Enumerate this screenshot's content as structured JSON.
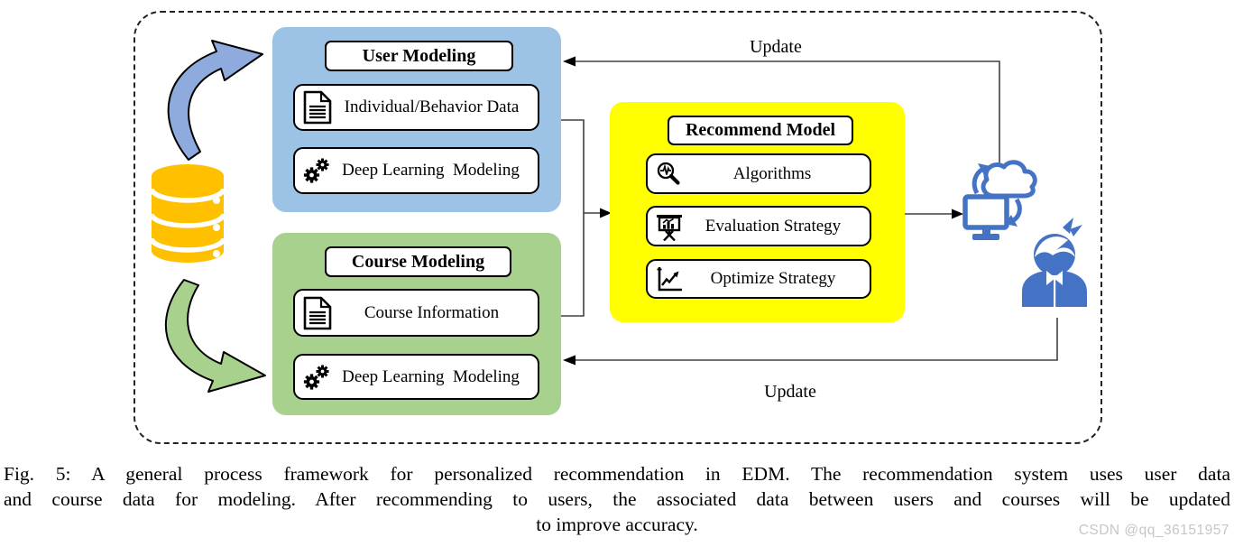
{
  "figure": {
    "caption_line1": "Fig. 5: A general process framework for personalized recommendation in EDM. The recommendation system uses user data",
    "caption_line2": "and course data for modeling. After recommending to users, the associated data between users and courses will be updated",
    "caption_line3": "to improve accuracy.",
    "watermark": "CSDN @qq_36151957"
  },
  "diagram": {
    "user_modeling": {
      "title": "User Modeling",
      "items": [
        {
          "icon": "document-icon",
          "label": "Individual/Behavior Data"
        },
        {
          "icon": "gears-icon",
          "label": "Deep Learning  Modeling"
        }
      ]
    },
    "course_modeling": {
      "title": "Course Modeling",
      "items": [
        {
          "icon": "document-icon",
          "label": "Course Information"
        },
        {
          "icon": "gears-icon",
          "label": "Deep Learning  Modeling"
        }
      ]
    },
    "recommend_model": {
      "title": "Recommend Model",
      "items": [
        {
          "icon": "algorithm-search-icon",
          "label": "Algorithms"
        },
        {
          "icon": "evaluation-board-icon",
          "label": "Evaluation Strategy"
        },
        {
          "icon": "optimize-chart-icon",
          "label": "Optimize Strategy"
        }
      ]
    },
    "labels": {
      "update_top": "Update",
      "update_bottom": "Update"
    },
    "icons": {
      "left": "database-icon",
      "right_top": "computer-cloud-sync-icon",
      "right_bottom": "user-person-icon",
      "flow_top": "curved-arrow-blue-icon",
      "flow_bottom": "curved-arrow-green-icon"
    },
    "colors": {
      "user_panel": "#9CC3E5",
      "course_panel": "#A9D18E",
      "recommend_panel": "#FFFF00",
      "database": "#FFC000",
      "icon_blue": "#4472C4",
      "arrow_blue_fill": "#8FAADC",
      "arrow_green_fill": "#A9D18E",
      "connector_line": "#404040"
    }
  }
}
